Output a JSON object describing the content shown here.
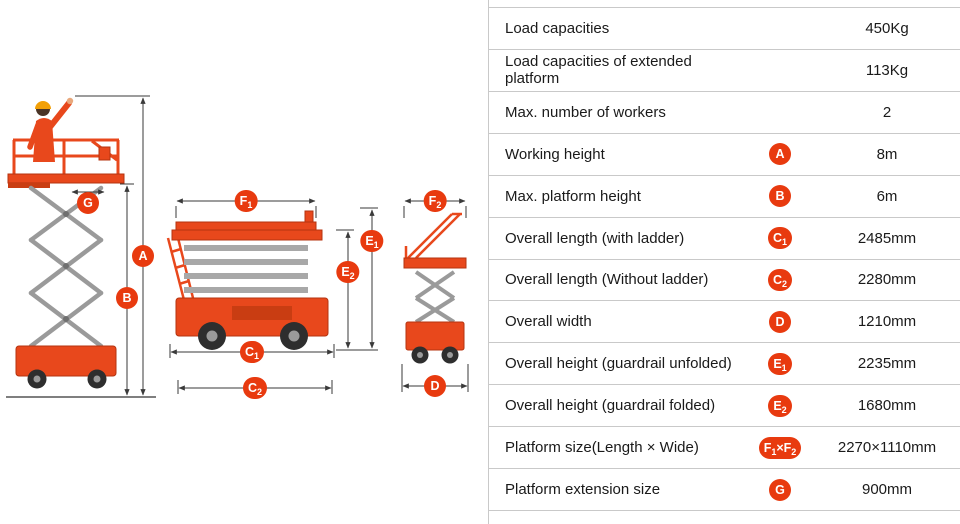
{
  "colors": {
    "accent": "#e83a0f",
    "machine": "#e8481c"
  },
  "diagram": {
    "badges": {
      "a": "A",
      "b": "B",
      "g": "G",
      "f1": "F1",
      "e1": "E1",
      "e2": "E2",
      "c1": "C1",
      "c2": "C2",
      "f2": "F2",
      "d": "D"
    }
  },
  "spec_table": {
    "rows": [
      {
        "label": "Load capacities",
        "badge": "",
        "value": "450Kg"
      },
      {
        "label": "Load capacities of extended platform",
        "badge": "",
        "value": "113Kg"
      },
      {
        "label": "Max. number of workers",
        "badge": "",
        "value": "2"
      },
      {
        "label": "Working height",
        "badge": "A",
        "value": "8m"
      },
      {
        "label": "Max. platform height",
        "badge": "B",
        "value": "6m"
      },
      {
        "label": "Overall length (with ladder)",
        "badge": "C1",
        "value": "2485mm"
      },
      {
        "label": "Overall length (Without ladder)",
        "badge": "C2",
        "value": "2280mm"
      },
      {
        "label": "Overall width",
        "badge": "D",
        "value": "1210mm"
      },
      {
        "label": "Overall height (guardrail unfolded)",
        "badge": "E1",
        "value": "2235mm"
      },
      {
        "label": "Overall height (guardrail folded)",
        "badge": "E2",
        "value": "1680mm"
      },
      {
        "label": "Platform size(Length × Wide)",
        "badge": "F1×F2",
        "value": "2270×1110mm"
      },
      {
        "label": "Platform extension size",
        "badge": "G",
        "value": "900mm"
      }
    ]
  }
}
